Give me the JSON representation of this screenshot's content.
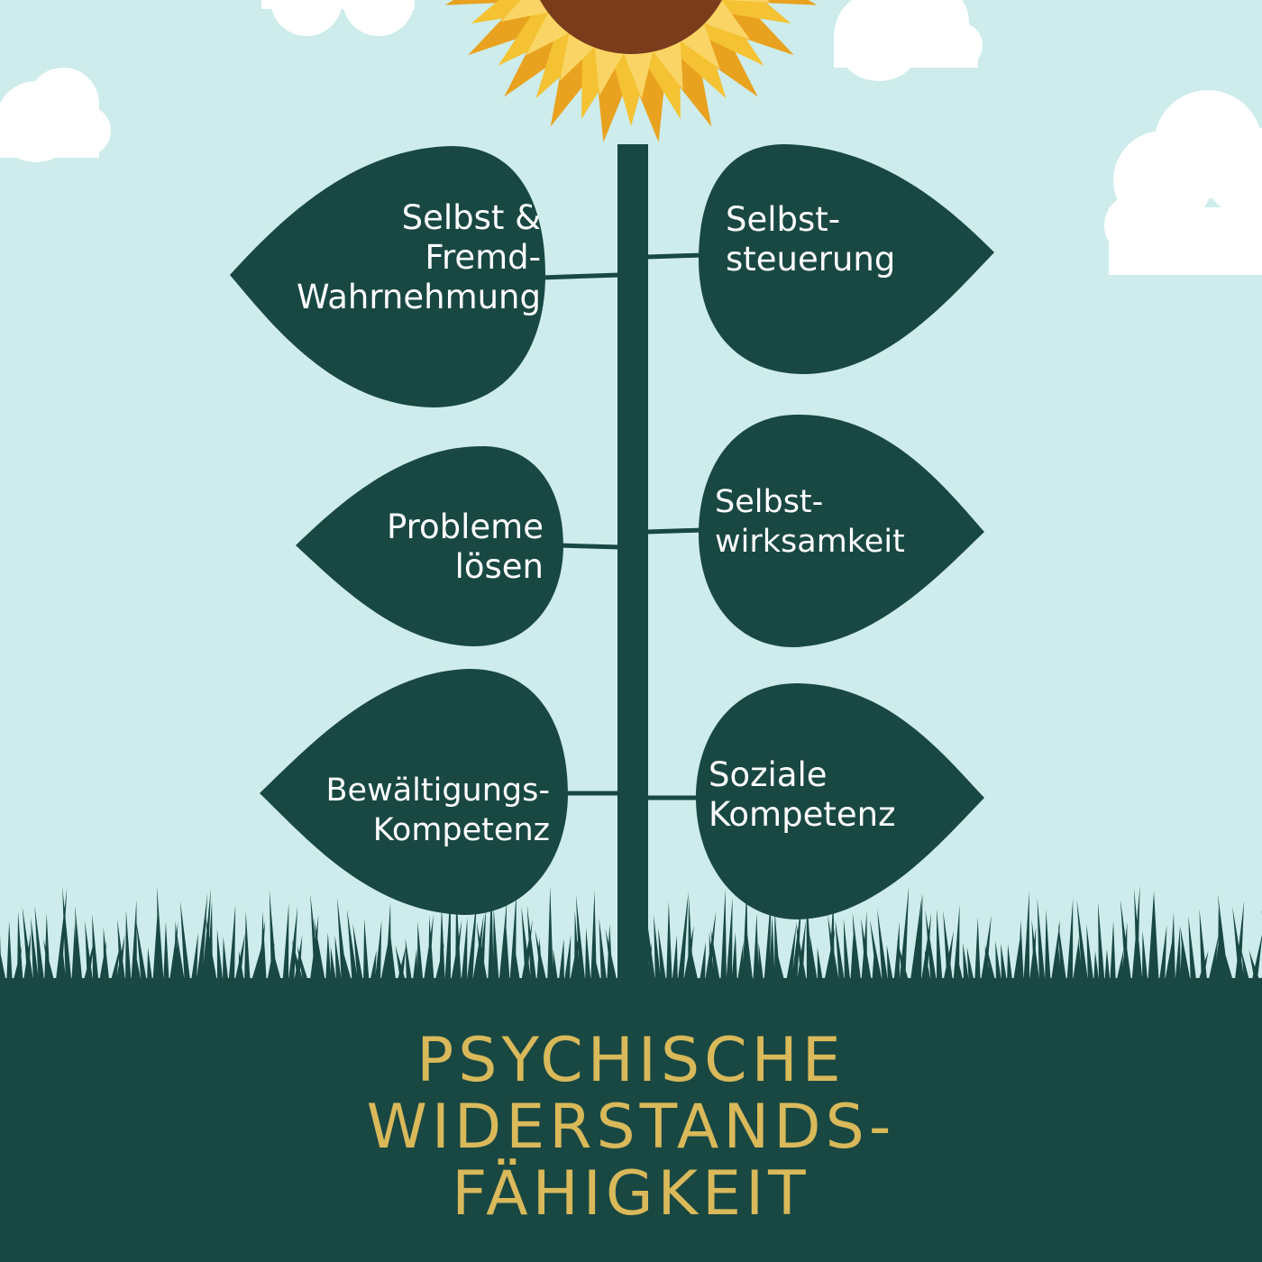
{
  "colors": {
    "sky": "#cdeceb",
    "cloud": "#ffffff",
    "plant": "#194843",
    "ground": "#194843",
    "petal_outer": "#e9a21f",
    "petal_inner": "#f4c232",
    "petal_light": "#fad565",
    "seed_center": "#7a3c1a",
    "label_text": "#ffffff",
    "title_text": "#d9b95a"
  },
  "leaves": [
    {
      "id": "selbst-fremd-wahrnehmung",
      "side": "left",
      "text": "Selbst &\nFremd-\nWahrnehmung"
    },
    {
      "id": "selbststeuerung",
      "side": "right",
      "text": "Selbst-\nsteuerung"
    },
    {
      "id": "probleme-loesen",
      "side": "left",
      "text": "Probleme\nlösen"
    },
    {
      "id": "selbstwirksamkeit",
      "side": "right",
      "text": "Selbst-\nwirksamkeit"
    },
    {
      "id": "bewaeltigungskompetenz",
      "side": "left",
      "text": "Bewältigungs-\nKompetenz"
    },
    {
      "id": "soziale-kompetenz",
      "side": "right",
      "text": "Soziale\nKompetenz"
    }
  ],
  "title": "PSYCHISCHE\nWIDERSTANDS-\nFÄHIGKEIT",
  "icons": {
    "flower": "sunflower-icon",
    "cloud": "cloud-icon",
    "grass": "grass-icon"
  }
}
